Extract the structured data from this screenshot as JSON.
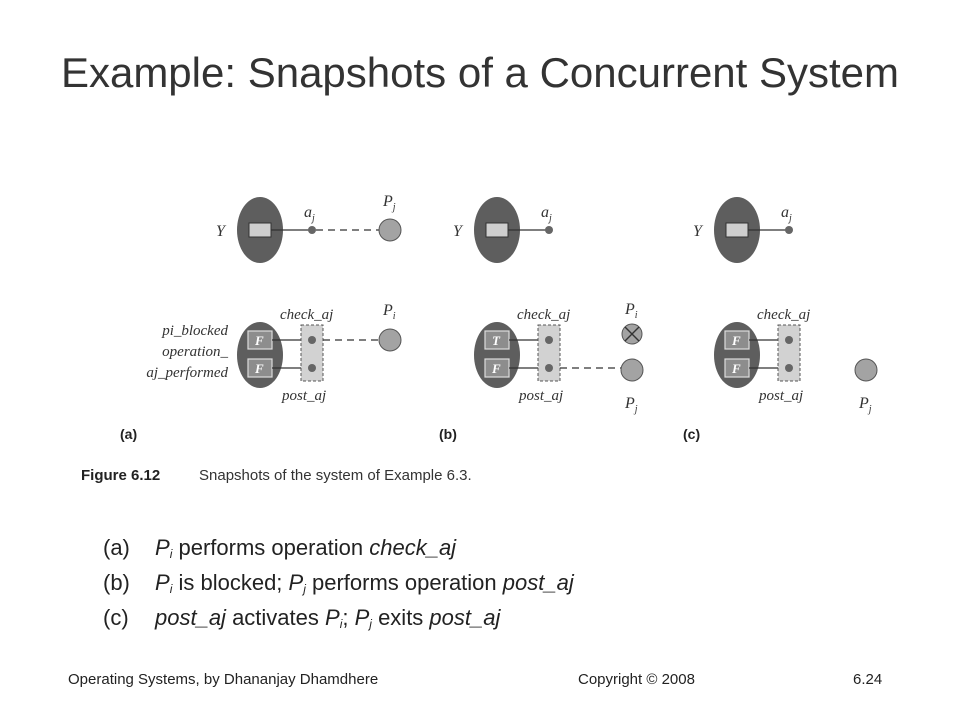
{
  "slide": {
    "title": "Example: Snapshots of a Concurrent System",
    "footer_left": "Operating Systems, by Dhananjay Dhamdhere",
    "footer_center": "Copyright © 2008",
    "footer_right": "6.24"
  },
  "figure": {
    "caption_label": "Figure 6.12",
    "caption_text": "Snapshots of the system of Example 6.3.",
    "object_label": "Y",
    "ops": {
      "a": "a",
      "a_sub": "j",
      "check": "check_aj",
      "post": "post_aj"
    },
    "process": {
      "p": "P",
      "i": "i",
      "j": "j"
    },
    "state_labels": [
      "pi_blocked",
      "operation_",
      "aj_performed"
    ],
    "panels": [
      {
        "letter": "(a)",
        "flags": [
          "F",
          "F"
        ]
      },
      {
        "letter": "(b)",
        "flags": [
          "T",
          "F"
        ]
      },
      {
        "letter": "(c)",
        "flags": [
          "F",
          "F"
        ]
      }
    ]
  },
  "descriptions": [
    {
      "label": "(a)",
      "p": "P",
      "sub": "i",
      "rest": " performs operation ",
      "op": "check_aj"
    },
    {
      "label": "(b)",
      "p": "P",
      "sub": "i",
      "rest": " is blocked; ",
      "p2": "P",
      "sub2": "j",
      "rest2": " performs operation ",
      "op": "post_aj"
    },
    {
      "label": "(c)",
      "op1": "post_aj",
      "rest": " activates ",
      "p": "P",
      "sub": "i",
      "sep": "; ",
      "p2": "P",
      "sub2": "j",
      "rest2": " exits ",
      "op2": "post_aj"
    }
  ],
  "colors": {
    "object": "#5e5e5e",
    "process": "#a3a3a3",
    "box": "#8d8d8d",
    "op_area": "#d2d2d2"
  }
}
